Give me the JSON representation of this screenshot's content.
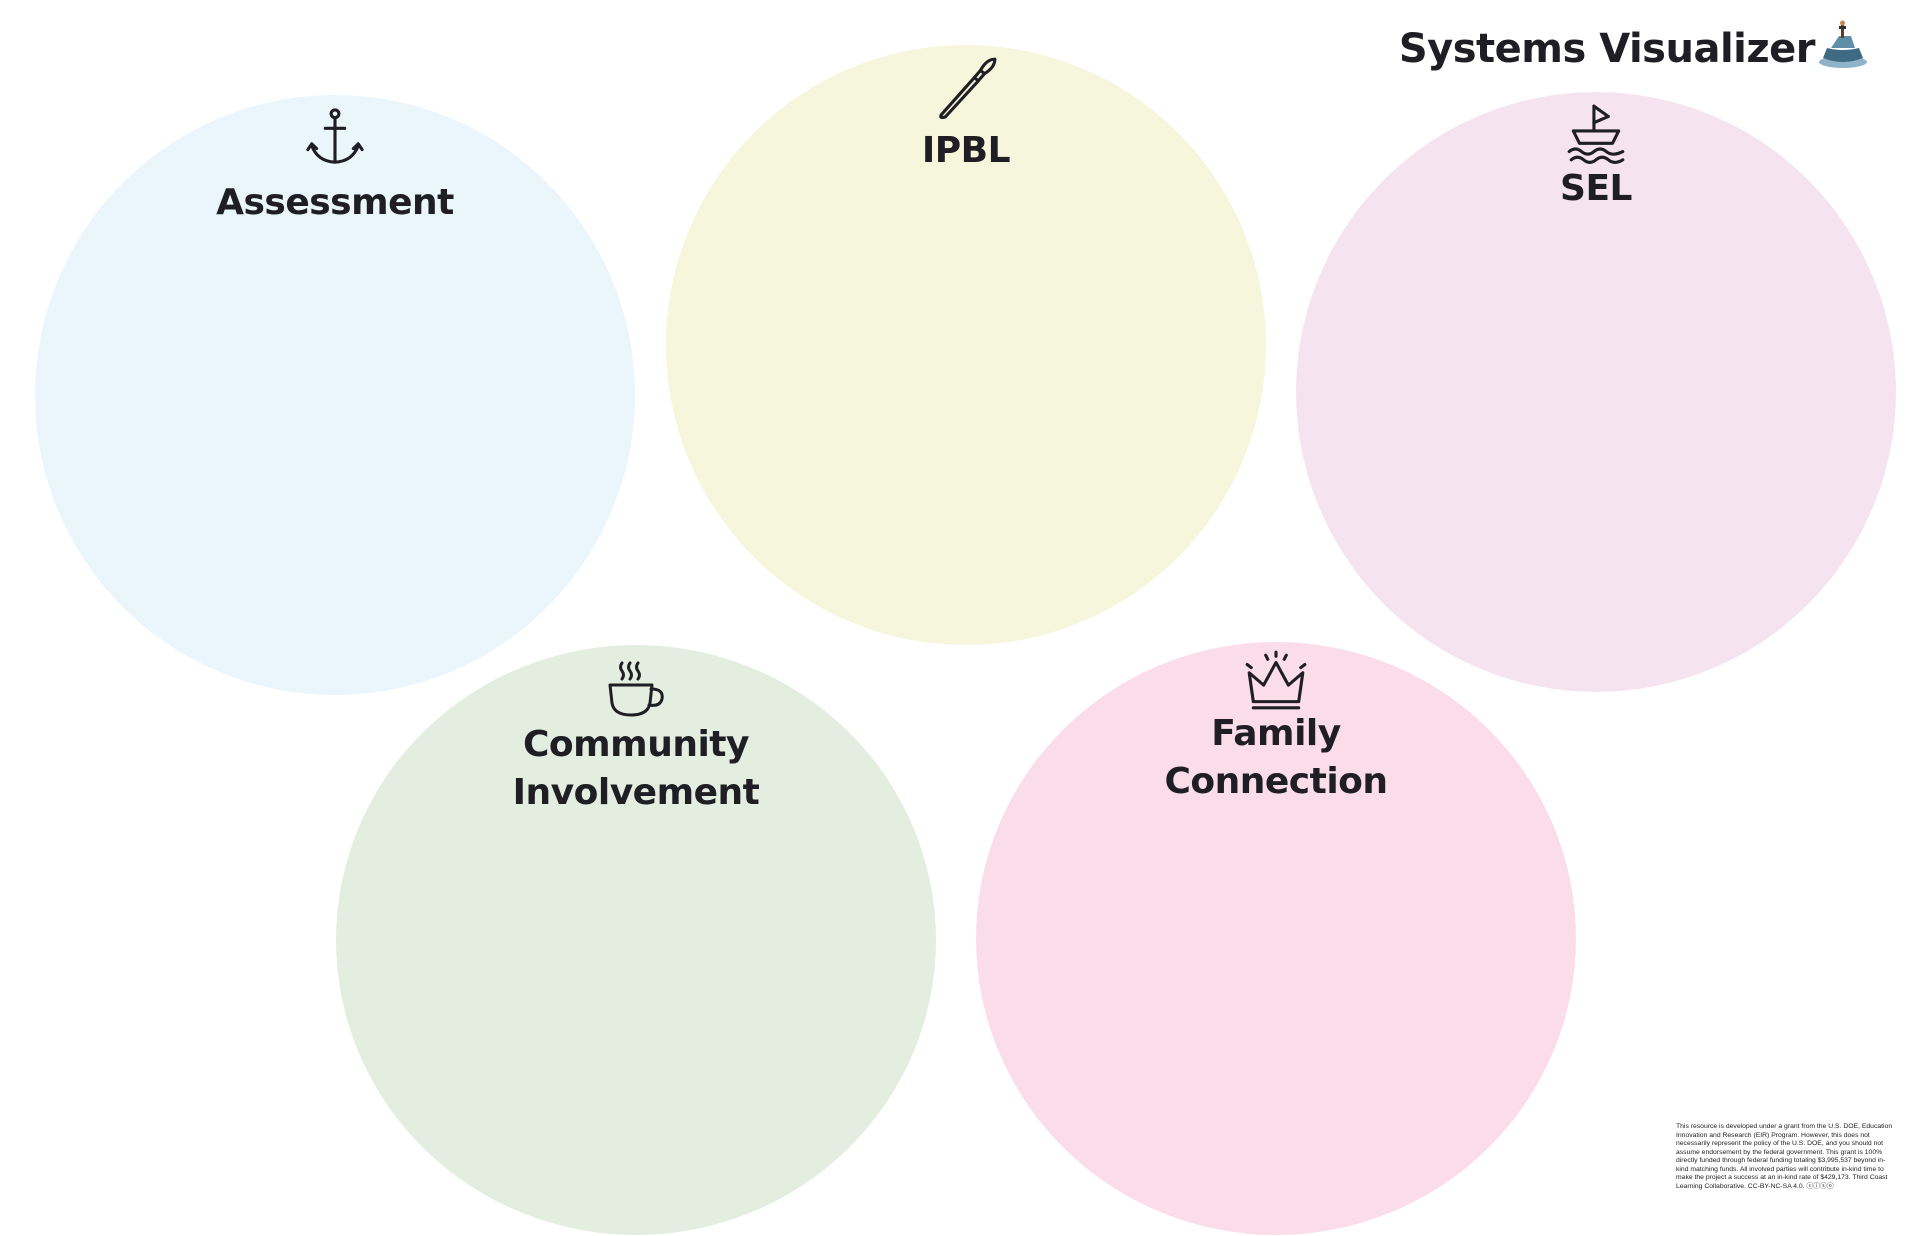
{
  "header": {
    "title": "Systems Visualizer"
  },
  "circles": [
    {
      "id": "assessment",
      "label_lines": [
        "Assessment"
      ],
      "color": "#eaf5fc",
      "icon": "anchor-icon"
    },
    {
      "id": "ipbl",
      "label_lines": [
        "IPBL"
      ],
      "color": "#f5f6dc",
      "icon": "paintbrush-icon"
    },
    {
      "id": "sel",
      "label_lines": [
        "SEL"
      ],
      "color": "#f5e4f0",
      "icon": "sailboat-icon"
    },
    {
      "id": "community",
      "label_lines": [
        "Community",
        "Involvement"
      ],
      "color": "#e3eee0",
      "icon": "coffee-cup-icon"
    },
    {
      "id": "family",
      "label_lines": [
        "Family",
        "Connection"
      ],
      "color": "#fbdde9",
      "icon": "crown-icon"
    }
  ],
  "footer": {
    "disclaimer": "This resource is developed under a grant from the U.S. DOE, Education Innovation and Research (EIR) Program. However, this does not necessarily represent the policy of the U.S. DOE, and you should not assume endorsement by the federal government. This grant is 100% directly funded through federal funding totaling $3,995,537 beyond in-kind matching funds. All involved parties will contribute in-kind time to make the project a success at an in-kind rate of $429,173. Third Coast Learning Collaborative. CC-BY-NC-SA 4.0. ⓒⓘⓢⓞ"
  }
}
